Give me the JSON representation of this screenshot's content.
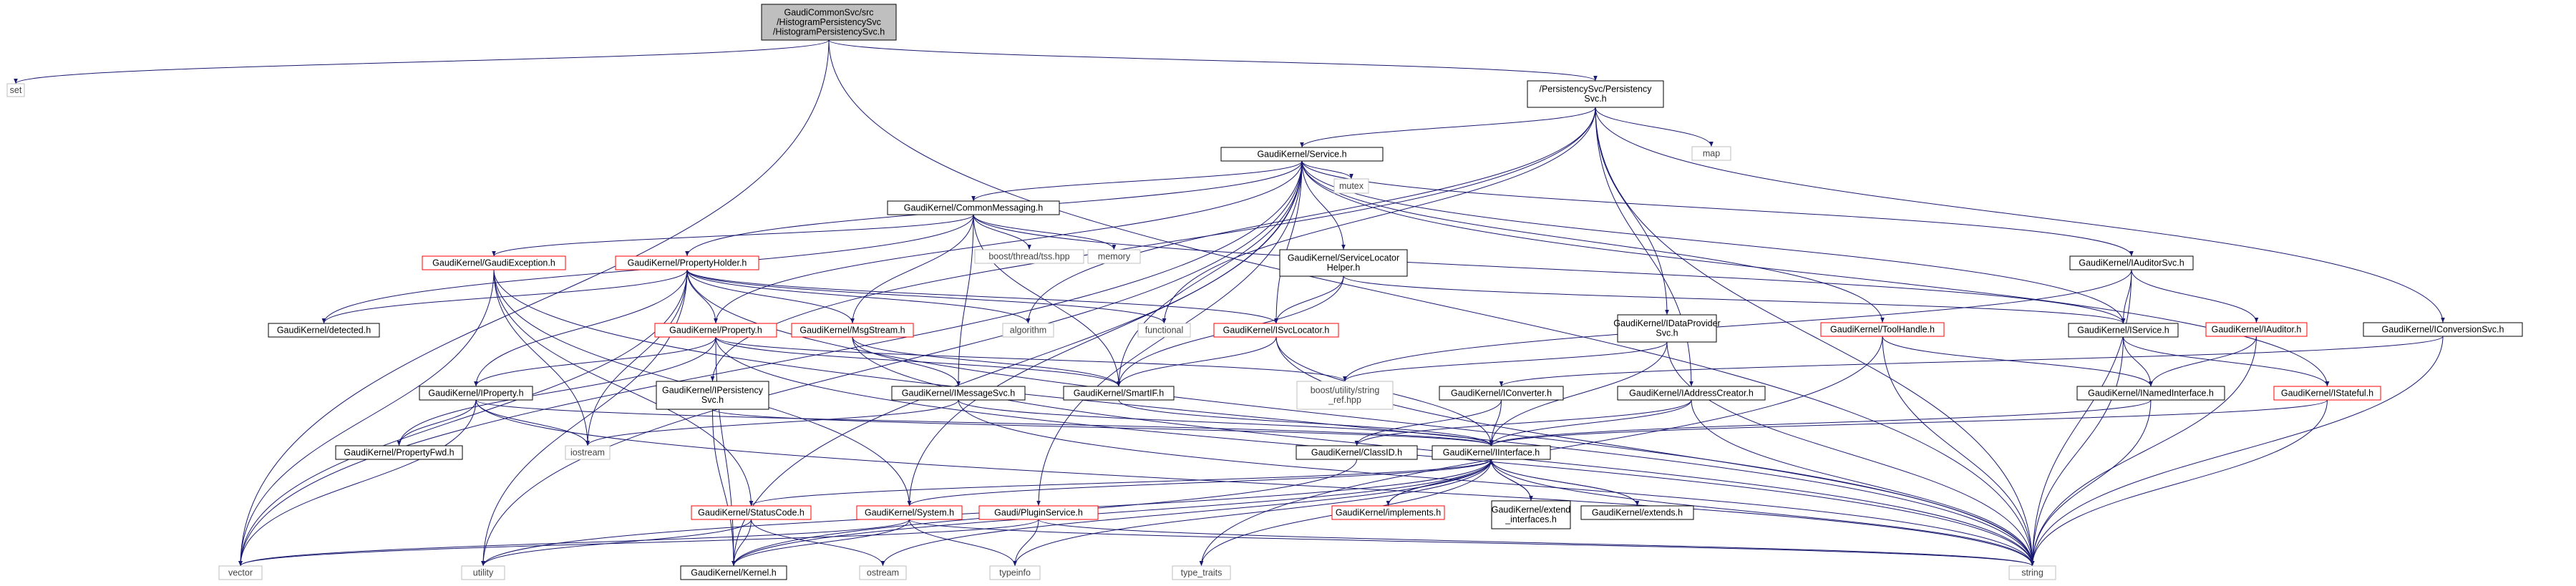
{
  "colors": {
    "edge": "#191970",
    "node_border_default": "#000000",
    "node_border_link": "#bfbfbf",
    "node_border_red": "#ff0000",
    "root_fill": "#bfbfbf",
    "text_default": "#000000",
    "text_link": "#444444",
    "text_red": "#ff0000"
  },
  "nodes": [
    {
      "id": "root",
      "lines": [
        "GaudiCommonSvc/src",
        "/HistogramPersistencySvc",
        "/HistogramPersistencySvc.h"
      ],
      "style": "root"
    },
    {
      "id": "set",
      "lines": [
        "set"
      ],
      "style": "link"
    },
    {
      "id": "psvc",
      "lines": [
        "/PersistencySvc/Persistency",
        "Svc.h"
      ],
      "style": "default"
    },
    {
      "id": "map",
      "lines": [
        "map"
      ],
      "style": "link"
    },
    {
      "id": "service",
      "lines": [
        "GaudiKernel/Service.h"
      ],
      "style": "default"
    },
    {
      "id": "mutex",
      "lines": [
        "mutex"
      ],
      "style": "link"
    },
    {
      "id": "commonmsg",
      "lines": [
        "GaudiKernel/CommonMessaging.h"
      ],
      "style": "default"
    },
    {
      "id": "threadtss",
      "lines": [
        "boost/thread/tss.hpp"
      ],
      "style": "link"
    },
    {
      "id": "memory",
      "lines": [
        "memory"
      ],
      "style": "link"
    },
    {
      "id": "svclocatorhelper",
      "lines": [
        "GaudiKernel/ServiceLocator",
        "Helper.h"
      ],
      "style": "default"
    },
    {
      "id": "gaudiexception",
      "lines": [
        "GaudiKernel/GaudiException.h"
      ],
      "style": "red"
    },
    {
      "id": "propertyholder",
      "lines": [
        "GaudiKernel/PropertyHolder.h"
      ],
      "style": "red"
    },
    {
      "id": "iauditorsvc",
      "lines": [
        "GaudiKernel/IAuditorSvc.h"
      ],
      "style": "default"
    },
    {
      "id": "idataprovider",
      "lines": [
        "GaudiKernel/IDataProvider",
        "Svc.h"
      ],
      "style": "default"
    },
    {
      "id": "toolhandle",
      "lines": [
        "GaudiKernel/ToolHandle.h"
      ],
      "style": "red"
    },
    {
      "id": "iauditor",
      "lines": [
        "GaudiKernel/IAuditor.h"
      ],
      "style": "red"
    },
    {
      "id": "iconversionsvc",
      "lines": [
        "GaudiKernel/IConversionSvc.h"
      ],
      "style": "default"
    },
    {
      "id": "detected",
      "lines": [
        "GaudiKernel/detected.h"
      ],
      "style": "default"
    },
    {
      "id": "property",
      "lines": [
        "GaudiKernel/Property.h"
      ],
      "style": "red"
    },
    {
      "id": "msgstream",
      "lines": [
        "GaudiKernel/MsgStream.h"
      ],
      "style": "red"
    },
    {
      "id": "algorithm",
      "lines": [
        "algorithm"
      ],
      "style": "link"
    },
    {
      "id": "functional",
      "lines": [
        "functional"
      ],
      "style": "link"
    },
    {
      "id": "isvclocator",
      "lines": [
        "GaudiKernel/ISvcLocator.h"
      ],
      "style": "red"
    },
    {
      "id": "iservice",
      "lines": [
        "GaudiKernel/IService.h"
      ],
      "style": "default"
    },
    {
      "id": "iproperty",
      "lines": [
        "GaudiKernel/IProperty.h"
      ],
      "style": "default"
    },
    {
      "id": "ipersistencysvc",
      "lines": [
        "GaudiKernel/IPersistency",
        "Svc.h"
      ],
      "style": "default"
    },
    {
      "id": "imessagesvc",
      "lines": [
        "GaudiKernel/IMessageSvc.h"
      ],
      "style": "default"
    },
    {
      "id": "smartif",
      "lines": [
        "GaudiKernel/SmartIF.h"
      ],
      "style": "default"
    },
    {
      "id": "stringref",
      "lines": [
        "boost/utility/string",
        "_ref.hpp"
      ],
      "style": "link"
    },
    {
      "id": "iconverter",
      "lines": [
        "GaudiKernel/IConverter.h"
      ],
      "style": "default"
    },
    {
      "id": "iaddresscreator",
      "lines": [
        "GaudiKernel/IAddressCreator.h"
      ],
      "style": "default"
    },
    {
      "id": "inamedinterface",
      "lines": [
        "GaudiKernel/INamedInterface.h"
      ],
      "style": "default"
    },
    {
      "id": "istateful",
      "lines": [
        "GaudiKernel/IStateful.h"
      ],
      "style": "red"
    },
    {
      "id": "propertyfwd",
      "lines": [
        "GaudiKernel/PropertyFwd.h"
      ],
      "style": "default"
    },
    {
      "id": "iostream",
      "lines": [
        "iostream"
      ],
      "style": "link"
    },
    {
      "id": "classid",
      "lines": [
        "GaudiKernel/ClassID.h"
      ],
      "style": "default"
    },
    {
      "id": "iinterface",
      "lines": [
        "GaudiKernel/IInterface.h"
      ],
      "style": "default"
    },
    {
      "id": "statuscode",
      "lines": [
        "GaudiKernel/StatusCode.h"
      ],
      "style": "red"
    },
    {
      "id": "system",
      "lines": [
        "GaudiKernel/System.h"
      ],
      "style": "red"
    },
    {
      "id": "pluginservice",
      "lines": [
        "Gaudi/PluginService.h"
      ],
      "style": "red"
    },
    {
      "id": "implements",
      "lines": [
        "GaudiKernel/implements.h"
      ],
      "style": "red"
    },
    {
      "id": "extendinterfaces",
      "lines": [
        "GaudiKernel/extend",
        "_interfaces.h"
      ],
      "style": "default"
    },
    {
      "id": "extends",
      "lines": [
        "GaudiKernel/extends.h"
      ],
      "style": "default"
    },
    {
      "id": "vector",
      "lines": [
        "vector"
      ],
      "style": "link"
    },
    {
      "id": "utility",
      "lines": [
        "utility"
      ],
      "style": "link"
    },
    {
      "id": "kernel",
      "lines": [
        "GaudiKernel/Kernel.h"
      ],
      "style": "default"
    },
    {
      "id": "ostream",
      "lines": [
        "ostream"
      ],
      "style": "link"
    },
    {
      "id": "typeinfo",
      "lines": [
        "typeinfo"
      ],
      "style": "link"
    },
    {
      "id": "typetraits",
      "lines": [
        "type_traits"
      ],
      "style": "link"
    },
    {
      "id": "string",
      "lines": [
        "string"
      ],
      "style": "link"
    }
  ],
  "edges": [
    [
      "root",
      "set"
    ],
    [
      "root",
      "psvc"
    ],
    [
      "root",
      "vector"
    ],
    [
      "root",
      "string"
    ],
    [
      "psvc",
      "map"
    ],
    [
      "psvc",
      "service"
    ],
    [
      "psvc",
      "idataprovider"
    ],
    [
      "psvc",
      "iaddresscreator"
    ],
    [
      "psvc",
      "iconversionsvc"
    ],
    [
      "psvc",
      "algorithm"
    ],
    [
      "psvc",
      "functional"
    ],
    [
      "psvc",
      "ipersistencysvc"
    ],
    [
      "psvc",
      "string"
    ],
    [
      "service",
      "mutex"
    ],
    [
      "service",
      "commonmsg"
    ],
    [
      "service",
      "svclocatorhelper"
    ],
    [
      "service",
      "propertyholder"
    ],
    [
      "service",
      "iauditorsvc"
    ],
    [
      "service",
      "toolhandle"
    ],
    [
      "service",
      "istateful"
    ],
    [
      "service",
      "isvclocator"
    ],
    [
      "service",
      "iservice"
    ],
    [
      "service",
      "smartif"
    ],
    [
      "service",
      "property"
    ],
    [
      "service",
      "kernel"
    ],
    [
      "service",
      "vector"
    ],
    [
      "service",
      "utility"
    ],
    [
      "service",
      "system"
    ],
    [
      "service",
      "pluginservice"
    ],
    [
      "commonmsg",
      "threadtss"
    ],
    [
      "commonmsg",
      "memory"
    ],
    [
      "commonmsg",
      "gaudiexception"
    ],
    [
      "commonmsg",
      "msgstream"
    ],
    [
      "commonmsg",
      "imessagesvc"
    ],
    [
      "commonmsg",
      "smartif"
    ],
    [
      "commonmsg",
      "detected"
    ],
    [
      "commonmsg",
      "iservice"
    ],
    [
      "svclocatorhelper",
      "isvclocator"
    ],
    [
      "svclocatorhelper",
      "smartif"
    ],
    [
      "svclocatorhelper",
      "iservice"
    ],
    [
      "gaudiexception",
      "statuscode"
    ],
    [
      "gaudiexception",
      "system"
    ],
    [
      "gaudiexception",
      "vector"
    ],
    [
      "gaudiexception",
      "iostream"
    ],
    [
      "gaudiexception",
      "string"
    ],
    [
      "propertyholder",
      "detected"
    ],
    [
      "propertyholder",
      "property"
    ],
    [
      "propertyholder",
      "iproperty"
    ],
    [
      "propertyholder",
      "msgstream"
    ],
    [
      "propertyholder",
      "algorithm"
    ],
    [
      "propertyholder",
      "functional"
    ],
    [
      "propertyholder",
      "isvclocator"
    ],
    [
      "propertyholder",
      "iostream"
    ],
    [
      "propertyholder",
      "vector"
    ],
    [
      "propertyholder",
      "utility"
    ],
    [
      "propertyholder",
      "string"
    ],
    [
      "iauditorsvc",
      "iservice"
    ],
    [
      "iauditorsvc",
      "iauditor"
    ],
    [
      "iauditorsvc",
      "string"
    ],
    [
      "iauditorsvc",
      "stringref"
    ],
    [
      "idataprovider",
      "iinterface"
    ],
    [
      "idataprovider",
      "string"
    ],
    [
      "idataprovider",
      "stringref"
    ],
    [
      "toolhandle",
      "inamedinterface"
    ],
    [
      "toolhandle",
      "string"
    ],
    [
      "toolhandle",
      "typetraits"
    ],
    [
      "iauditor",
      "inamedinterface"
    ],
    [
      "iauditor",
      "string"
    ],
    [
      "iconversionsvc",
      "iconverter"
    ],
    [
      "iconversionsvc",
      "string"
    ],
    [
      "property",
      "iproperty"
    ],
    [
      "property",
      "propertyfwd"
    ],
    [
      "property",
      "smartif"
    ],
    [
      "property",
      "stringref"
    ],
    [
      "property",
      "kernel"
    ],
    [
      "property",
      "string"
    ],
    [
      "msgstream",
      "imessagesvc"
    ],
    [
      "msgstream",
      "smartif"
    ],
    [
      "msgstream",
      "string"
    ],
    [
      "isvclocator",
      "smartif"
    ],
    [
      "isvclocator",
      "iinterface"
    ],
    [
      "isvclocator",
      "string"
    ],
    [
      "iservice",
      "inamedinterface"
    ],
    [
      "iservice",
      "istateful"
    ],
    [
      "iservice",
      "string"
    ],
    [
      "iproperty",
      "propertyfwd"
    ],
    [
      "iproperty",
      "iostream"
    ],
    [
      "iproperty",
      "iinterface"
    ],
    [
      "iproperty",
      "vector"
    ],
    [
      "iproperty",
      "string"
    ],
    [
      "ipersistencysvc",
      "iinterface"
    ],
    [
      "ipersistencysvc",
      "kernel"
    ],
    [
      "imessagesvc",
      "iinterface"
    ],
    [
      "imessagesvc",
      "iostream"
    ],
    [
      "imessagesvc",
      "string"
    ],
    [
      "smartif",
      "iinterface"
    ],
    [
      "iconverter",
      "classid"
    ],
    [
      "iconverter",
      "iinterface"
    ],
    [
      "iaddresscreator",
      "classid"
    ],
    [
      "iaddresscreator",
      "iinterface"
    ],
    [
      "iaddresscreator",
      "string"
    ],
    [
      "inamedinterface",
      "iinterface"
    ],
    [
      "inamedinterface",
      "string"
    ],
    [
      "istateful",
      "iinterface"
    ],
    [
      "istateful",
      "string"
    ],
    [
      "classid",
      "kernel"
    ],
    [
      "iinterface",
      "statuscode"
    ],
    [
      "iinterface",
      "system"
    ],
    [
      "iinterface",
      "kernel"
    ],
    [
      "iinterface",
      "implements"
    ],
    [
      "iinterface",
      "extendinterfaces"
    ],
    [
      "iinterface",
      "extends"
    ],
    [
      "iinterface",
      "ostream"
    ],
    [
      "iinterface",
      "typeinfo"
    ],
    [
      "iinterface",
      "typetraits"
    ],
    [
      "iinterface",
      "string"
    ],
    [
      "iinterface",
      "utility"
    ],
    [
      "implements",
      "iinterface"
    ],
    [
      "extendinterfaces",
      "iinterface"
    ],
    [
      "extends",
      "iinterface"
    ],
    [
      "statuscode",
      "kernel"
    ],
    [
      "statuscode",
      "ostream"
    ],
    [
      "statuscode",
      "utility"
    ],
    [
      "system",
      "kernel"
    ],
    [
      "system",
      "vector"
    ],
    [
      "system",
      "typeinfo"
    ],
    [
      "system",
      "string"
    ],
    [
      "pluginservice",
      "string"
    ],
    [
      "pluginservice",
      "typeinfo"
    ],
    [
      "pluginservice",
      "vector"
    ]
  ]
}
